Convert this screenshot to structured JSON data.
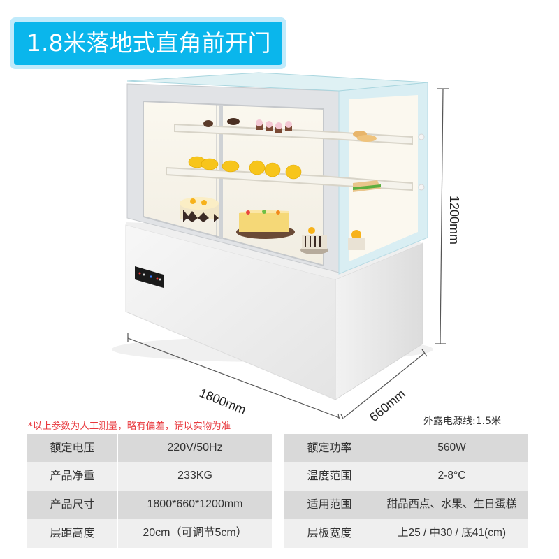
{
  "title": "1.8米落地式直角前开门",
  "colors": {
    "title_bg": "#0ab6ec",
    "title_border": "#bfeafb",
    "note_red": "#e8383d",
    "row_dark": "#d9d9d9",
    "row_light": "#efefef"
  },
  "product": {
    "image_alt": "white display cabinet with glass sliding front doors and three shelves of cakes and desserts",
    "dimensions": {
      "width": "1800mm",
      "depth": "660mm",
      "height": "1200mm"
    }
  },
  "note": "*以上参数为人工测量，略有偏差，请以实物为准",
  "cable_note": "外露电源线:1.5米",
  "specs_left": [
    {
      "key": "额定电压",
      "value": "220V/50Hz"
    },
    {
      "key": "产品净重",
      "value": "233KG"
    },
    {
      "key": "产品尺寸",
      "value": "1800*660*1200mm"
    },
    {
      "key": "层距高度",
      "value": "20cm（可调节5cm）"
    }
  ],
  "specs_right": [
    {
      "key": "额定功率",
      "value": "560W"
    },
    {
      "key": "温度范围",
      "value": "2-8°C"
    },
    {
      "key": "适用范围",
      "value": "甜品西点、水果、生日蛋糕"
    },
    {
      "key": "层板宽度",
      "value": "上25 / 中30 / 底41(cm)"
    }
  ]
}
